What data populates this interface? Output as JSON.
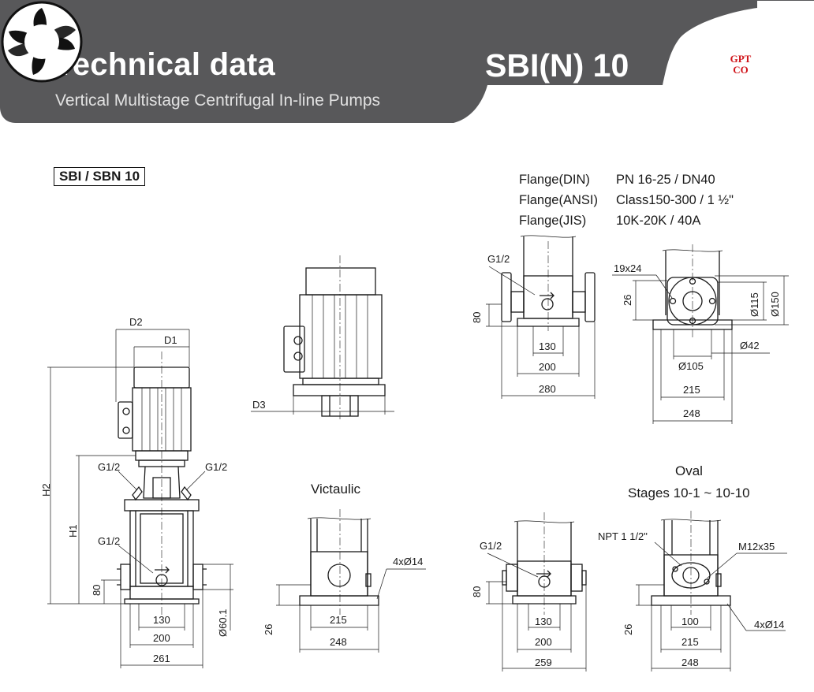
{
  "header": {
    "title": "Technical data",
    "subtitle": "Vertical Multistage Centrifugal In-line Pumps",
    "model": "SBI(N) 10",
    "logo": {
      "line1": "GPT",
      "line2": "CO",
      "color": "#d0141a"
    }
  },
  "colors": {
    "banner": "#58585a",
    "line": "#1a1a1a"
  },
  "section_tag": "SBI / SBN 10",
  "flanges": [
    {
      "type": "Flange(DIN)",
      "spec": "PN 16-25  /  DN40"
    },
    {
      "type": "Flange(ANSI)",
      "spec": "Class150-300  /  1 ½\""
    },
    {
      "type": "Flange(JIS)",
      "spec": "10K-20K  /  40A"
    }
  ],
  "main_pump": {
    "d2": "D2",
    "d1": "D1",
    "h2": "H2",
    "h1": "H1",
    "g_left": "G1/2",
    "g_right": "G1/2",
    "g_inlet": "G1/2",
    "d80": "80",
    "d130": "130",
    "d200": "200",
    "d261": "261",
    "d60": "Ø60.1"
  },
  "motor_view": {
    "d3": "D3"
  },
  "flange_front": {
    "g": "G1/2",
    "d80": "80",
    "d130": "130",
    "d200": "200",
    "d280": "280"
  },
  "flange_side": {
    "bolt": "19x24",
    "d26": "26",
    "d115": "Ø115",
    "d150": "Ø150",
    "d42": "Ø42",
    "d105": "Ø105",
    "d215": "215",
    "d248": "248"
  },
  "victaulic": {
    "caption": "Victaulic",
    "holes": "4xØ14",
    "d26": "26",
    "d215": "215",
    "d248": "248"
  },
  "oval": {
    "caption": "Oval",
    "stages": "Stages 10-1 ~ 10-10",
    "g": "G1/2",
    "d80": "80",
    "d130": "130",
    "d200": "200",
    "d259": "259",
    "npt": "NPT 1 1/2\"",
    "m12": "M12x35",
    "d26": "26",
    "d100": "100",
    "d215": "215",
    "d248": "248",
    "holes": "4xØ14"
  }
}
